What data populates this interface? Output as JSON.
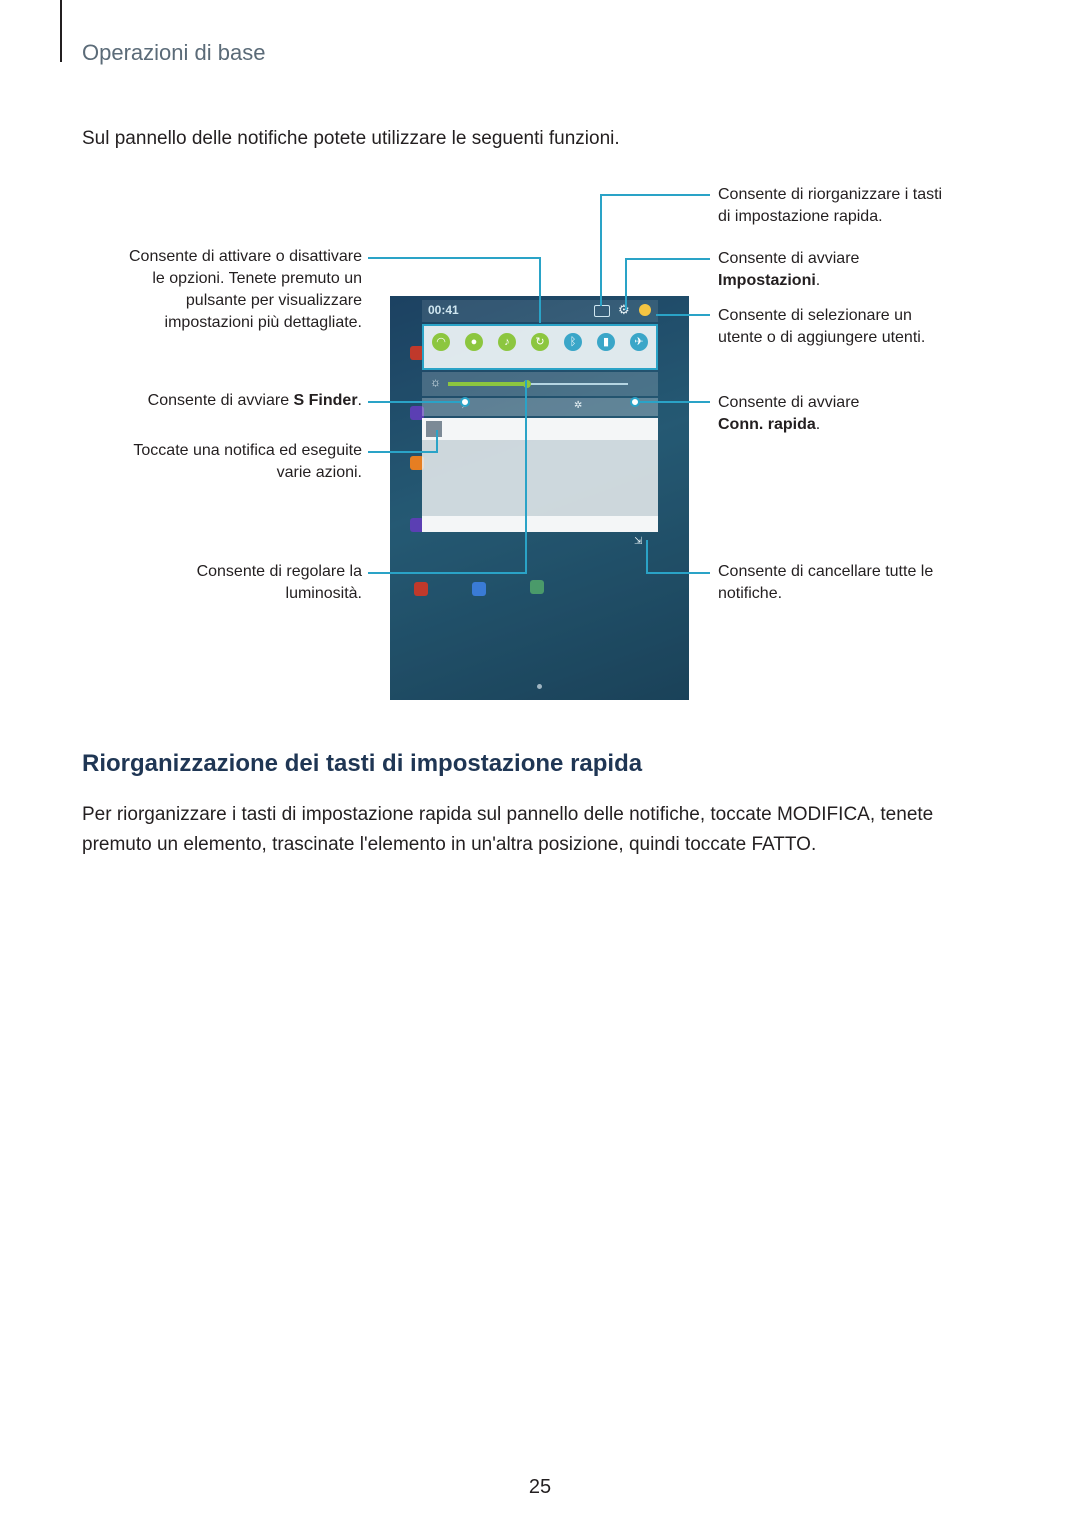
{
  "header": {
    "section_title": "Operazioni di base"
  },
  "intro": "Sul pannello delle notifiche potete utilizzare le seguenti funzioni.",
  "callouts": {
    "quick_toggles": [
      "Consente di attivare o disattivare",
      "le opzioni. Tenete premuto un",
      "pulsante per visualizzare",
      "impostazioni più dettagliate."
    ],
    "s_finder_prefix": "Consente di avviare ",
    "s_finder_bold": "S Finder",
    "s_finder_suffix": ".",
    "notification": [
      "Toccate una notifica ed eseguite",
      "varie azioni."
    ],
    "brightness": [
      "Consente di regolare la",
      "luminosità."
    ],
    "reorder": [
      "Consente di riorganizzare i tasti",
      "di impostazione rapida."
    ],
    "settings_line1": "Consente di avviare",
    "settings_bold": "Impostazioni",
    "settings_suffix": ".",
    "users": [
      "Consente di selezionare un",
      "utente o di aggiungere utenti."
    ],
    "conn_line1": "Consente di avviare",
    "conn_bold": "Conn. rapida",
    "conn_suffix": ".",
    "clear": [
      "Consente di cancellare tutte le",
      "notifiche."
    ]
  },
  "screenshot": {
    "clock": "00:41",
    "quick_settings_icons": [
      "wifi-icon",
      "location-icon",
      "sound-icon",
      "screen-rotation-icon",
      "bluetooth-icon",
      "power-saving-icon",
      "airplane-mode-icon"
    ],
    "accent_color": "#2aa3c7",
    "toggle_color": "#8cc63f"
  },
  "section": {
    "heading": "Riorganizzazione dei tasti di impostazione rapida",
    "para_1": "Per riorganizzare i tasti di impostazione rapida sul pannello delle notifiche, toccate ",
    "para_bold_1": "MODIFICA",
    "para_2": ",",
    "para_3": "tenete premuto un elemento, trascinate l'elemento in un'altra posizione, quindi toccate ",
    "para_bold_2": "FATTO",
    "para_4": "."
  },
  "page_number": "25"
}
